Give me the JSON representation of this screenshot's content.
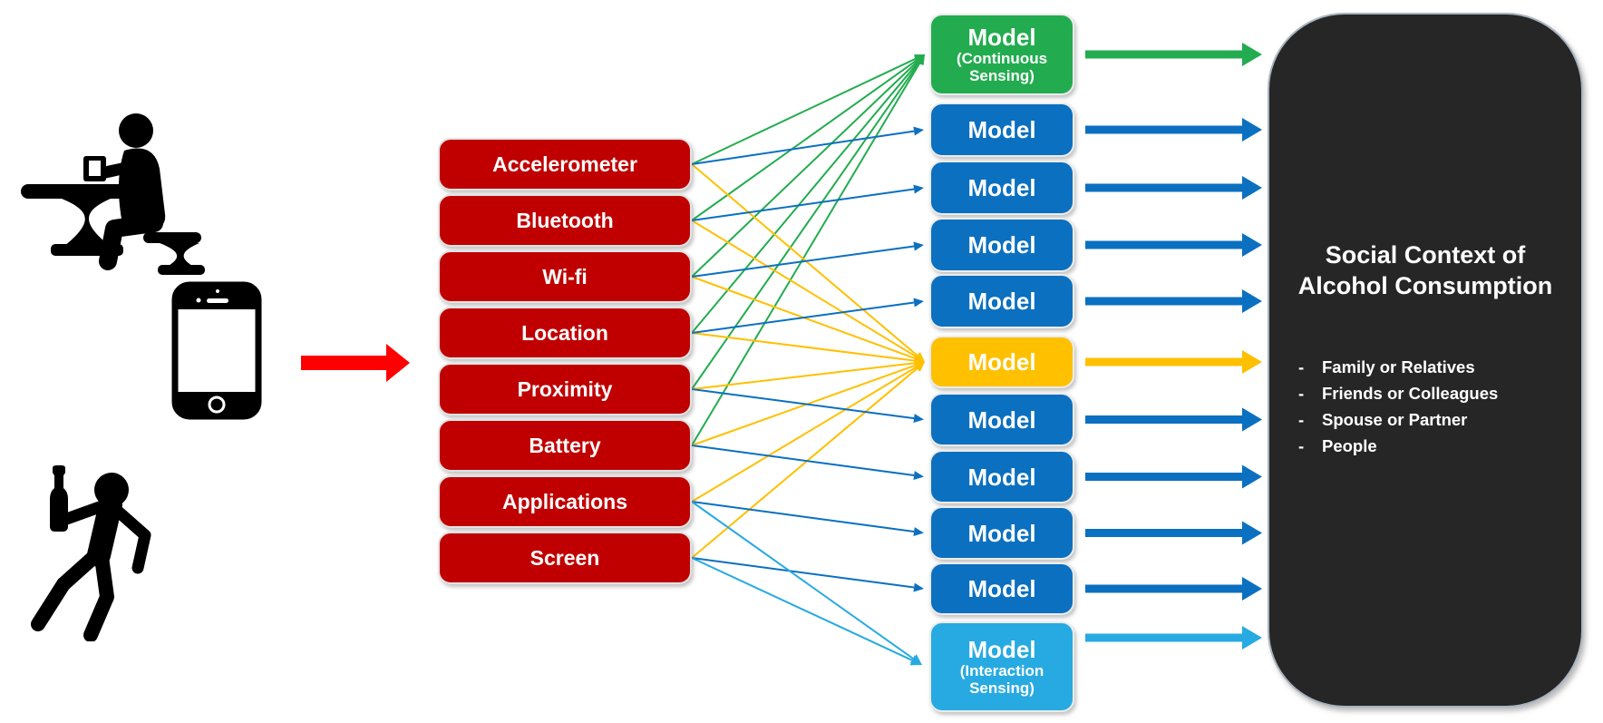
{
  "diagram": {
    "colors": {
      "red_box": "#C00000",
      "arrow_red": "#FF0000",
      "green": "#23AC4F",
      "blue": "#0B70C0",
      "yellow": "#FFC000",
      "light_blue": "#27AAE1",
      "outcome_bg": "#262626",
      "icon_black": "#000000"
    },
    "icons": [
      {
        "name": "person-drinking-at-table-icon"
      },
      {
        "name": "smartphone-icon"
      },
      {
        "name": "person-dancing-with-bottle-icon"
      }
    ],
    "sensors": [
      {
        "label": "Accelerometer"
      },
      {
        "label": "Bluetooth"
      },
      {
        "label": "Wi-fi"
      },
      {
        "label": "Location"
      },
      {
        "label": "Proximity"
      },
      {
        "label": "Battery"
      },
      {
        "label": "Applications"
      },
      {
        "label": "Screen"
      }
    ],
    "models": [
      {
        "label": "Model",
        "sublabel": "(Continuous Sensing)",
        "color": "green"
      },
      {
        "label": "Model",
        "color": "blue"
      },
      {
        "label": "Model",
        "color": "blue"
      },
      {
        "label": "Model",
        "color": "blue"
      },
      {
        "label": "Model",
        "color": "blue"
      },
      {
        "label": "Model",
        "color": "yellow"
      },
      {
        "label": "Model",
        "color": "blue"
      },
      {
        "label": "Model",
        "color": "blue"
      },
      {
        "label": "Model",
        "color": "blue"
      },
      {
        "label": "Model",
        "color": "blue"
      },
      {
        "label": "Model",
        "sublabel": "(Interaction Sensing)",
        "color": "light_blue"
      }
    ],
    "outcome": {
      "title": [
        "Social Context of",
        "Alcohol Consumption"
      ],
      "bullet_marker": "-",
      "items": [
        "Family or Relatives",
        "Friends or Colleagues",
        "Spouse or Partner",
        "People"
      ]
    },
    "connections": {
      "green_sources": [
        0,
        1,
        2,
        3,
        4,
        5
      ],
      "green_target_model": 0,
      "yellow_sources": [
        0,
        1,
        2,
        3,
        4,
        5,
        6,
        7
      ],
      "yellow_target_model": 5,
      "blue_pairs": [
        [
          0,
          1
        ],
        [
          1,
          2
        ],
        [
          2,
          3
        ],
        [
          3,
          4
        ],
        [
          4,
          6
        ],
        [
          5,
          7
        ],
        [
          6,
          8
        ],
        [
          7,
          9
        ]
      ],
      "light_blue_sources": [
        6,
        7
      ],
      "light_blue_target_model": 10
    }
  }
}
